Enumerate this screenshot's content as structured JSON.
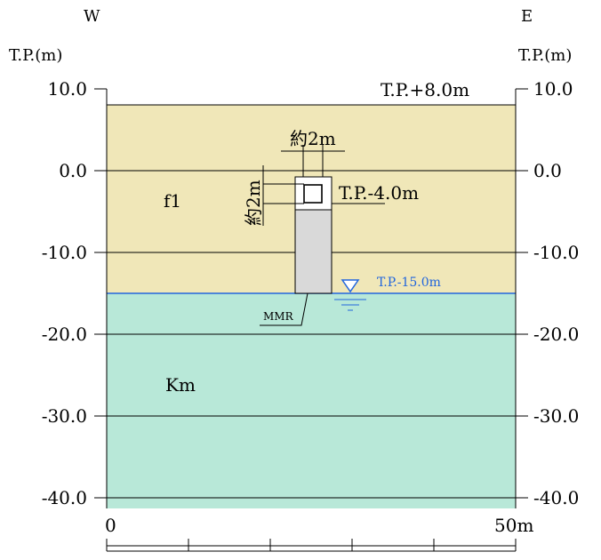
{
  "header": {
    "west_dir": "W",
    "east_dir": "E",
    "left_unit": "T.P.(m)",
    "right_unit": "T.P.(m)"
  },
  "elevation_axis": {
    "ticks": [
      "10.0",
      "0.0",
      "-10.0",
      "-20.0",
      "-30.0",
      "-40.0"
    ]
  },
  "distance_axis": {
    "start_label": "0",
    "end_label": "50m"
  },
  "strata": [
    {
      "label": "f1",
      "color": "#f0e7b8"
    },
    {
      "label": "Km",
      "color": "#b8e8d8"
    }
  ],
  "annotations": {
    "ground_surface": "T.P.+8.0m",
    "structure_top": "T.P.-4.0m",
    "groundwater": "T.P.-15.0m",
    "width_dim": "約2m",
    "height_dim": "約2m",
    "mmr": "MMR"
  },
  "colors": {
    "groundwater_line": "#2266dd",
    "mmr_fill": "#d9d9d9",
    "structure_fill": "#ffffff"
  }
}
